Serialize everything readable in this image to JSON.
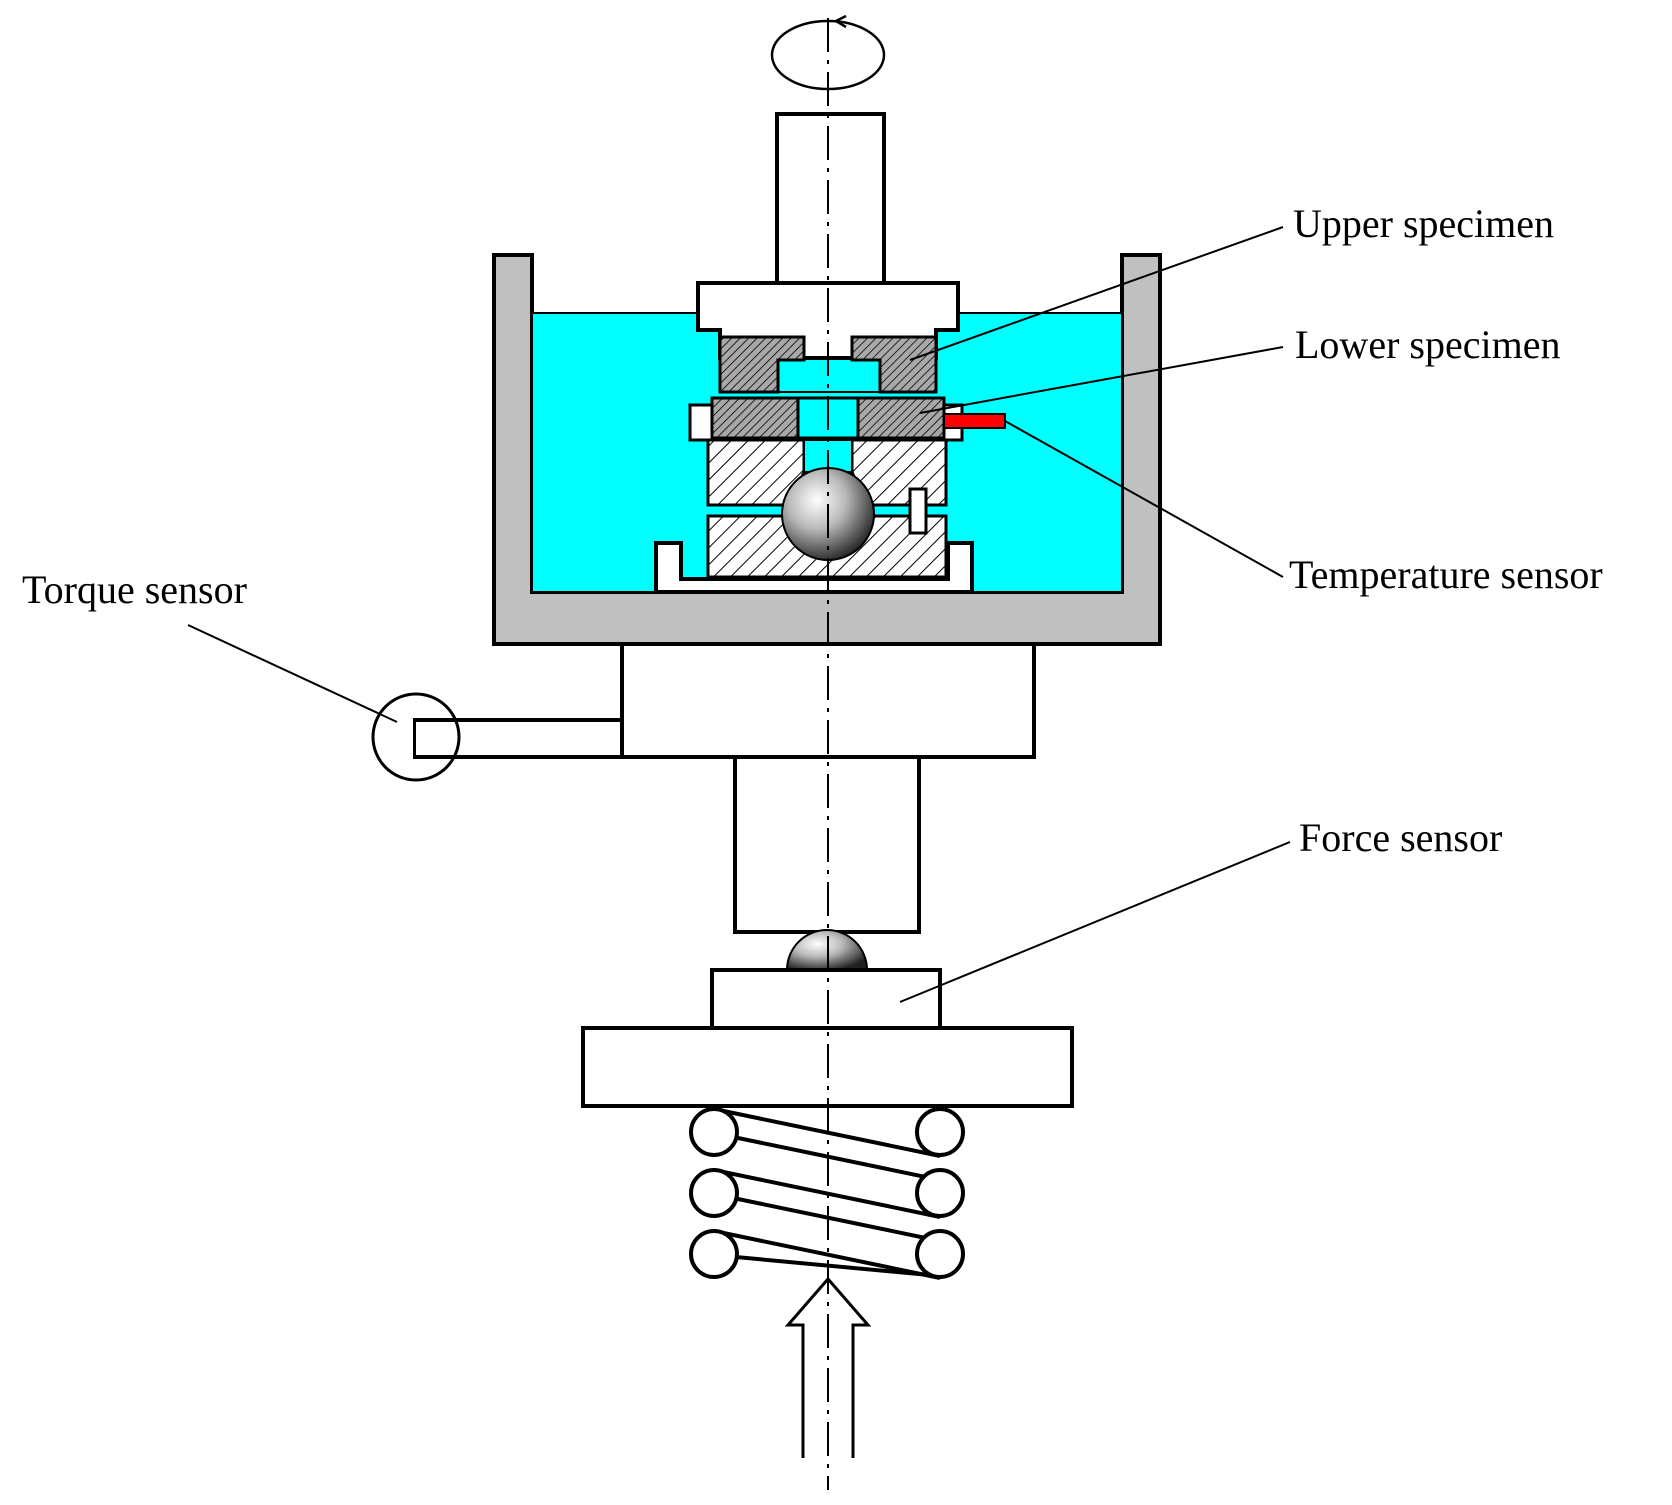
{
  "labels": {
    "upper_specimen": "Upper specimen",
    "lower_specimen": "Lower specimen",
    "temperature_sensor": "Temperature sensor",
    "torque_sensor": "Torque sensor",
    "force_sensor": "Force sensor"
  },
  "colors": {
    "lubricant": "#00ffff",
    "container": "#c0c0c0",
    "temperature_sensor": "#ff0000",
    "line": "#000000",
    "background": "#ffffff"
  }
}
